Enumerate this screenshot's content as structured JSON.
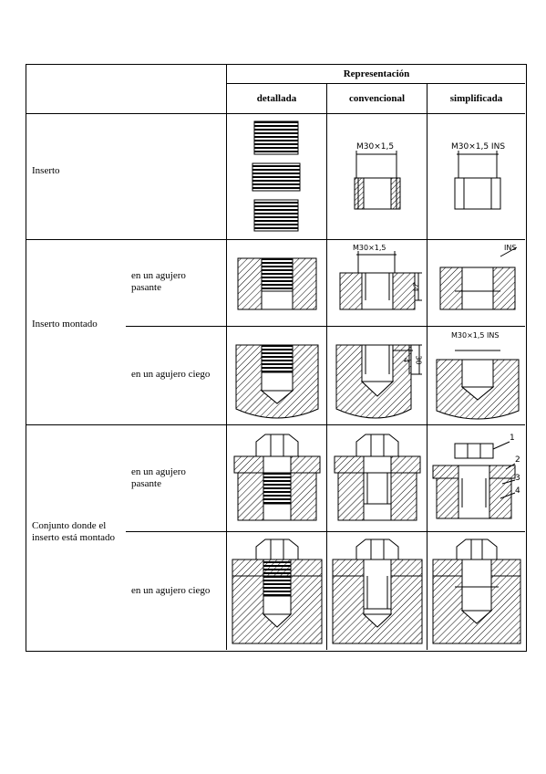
{
  "header": {
    "group": "Representación",
    "columns": [
      "detallada",
      "convencional",
      "simplificada"
    ]
  },
  "rows": {
    "inserto": "Inserto",
    "montado": "Inserto montado",
    "conjunto": "Conjunto donde el inserto está montado",
    "pasante": "en un agujero pasante",
    "ciego": "en un agujero ciego"
  },
  "annotations": {
    "conv_inserto": "M30×1,5",
    "simp_inserto": "M30×1,5 INS",
    "conv_pasante": "M30×1,5",
    "dim_24": "24",
    "ins_label": "INS",
    "simp_ciego": "M30×1,5 INS",
    "dim_4": "4",
    "dim_30": "30",
    "callouts": [
      "1",
      "2",
      "3",
      "4"
    ]
  }
}
